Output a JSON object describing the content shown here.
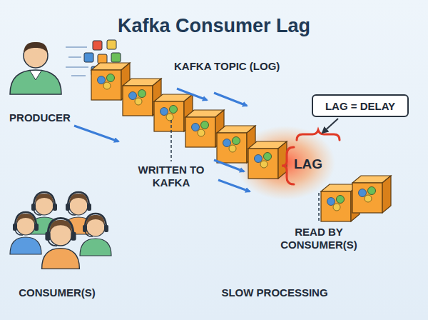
{
  "diagram": {
    "title": "Kafka Consumer Lag",
    "nodes": [
      {
        "text": [
          "LAG = DELAY"
        ]
      }
    ],
    "labels": [
      "KAFKA TOPIC (LOG)",
      "PRODUCER",
      "WRITTEN TO KAFKA",
      "LAG",
      "READ BY CONSUMER(S)",
      "CONSUMER(S)",
      "SLOW PROCESSING"
    ]
  }
}
